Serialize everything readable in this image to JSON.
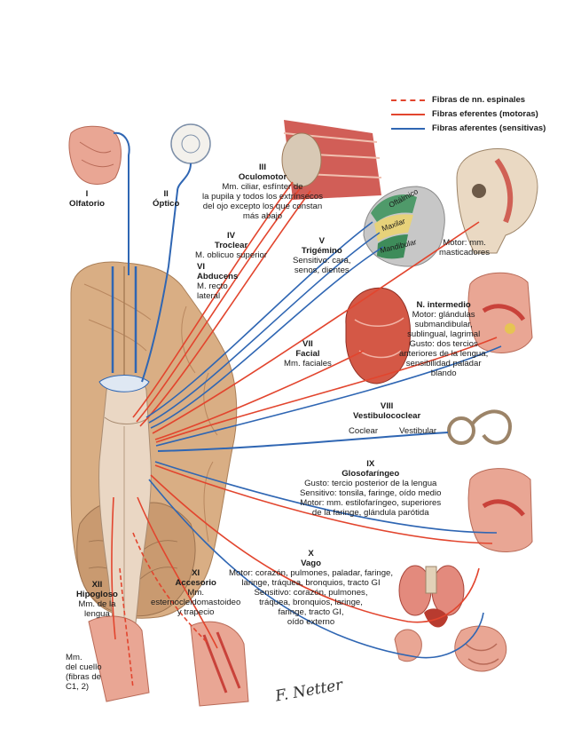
{
  "legend": [
    {
      "label": "Fibras de nn. espinales",
      "color": "#e2452e",
      "dashed": true
    },
    {
      "label": "Fibras eferentes (motoras)",
      "color": "#e2452e",
      "dashed": false
    },
    {
      "label": "Fibras aferentes (sensitivas)",
      "color": "#2f66b3",
      "dashed": false
    }
  ],
  "colors": {
    "efferent": "#e2452e",
    "afferent": "#2f66b3",
    "brain": "#d9ae84",
    "brainstem": "#ead7c4",
    "skin": "#e9a694",
    "muscle": "#c9423a"
  },
  "nerves": {
    "I": {
      "roman": "I",
      "name": "Olfatorio"
    },
    "II": {
      "roman": "II",
      "name": "Óptico"
    },
    "III": {
      "roman": "III",
      "name": "Oculomotor",
      "desc": [
        "Mm. ciliar, esfínter de",
        "la pupila y todos los extrínsecos",
        "del ojo excepto los que constan",
        "más abajo"
      ]
    },
    "IV": {
      "roman": "IV",
      "name": "Troclear",
      "desc": [
        "M. oblicuo superior"
      ]
    },
    "VI": {
      "roman": "VI",
      "name": "Abducens",
      "desc": [
        "M. recto",
        "lateral"
      ]
    },
    "V": {
      "roman": "V",
      "name": "Trigémino",
      "desc": [
        "Sensitivo: cara,",
        "senos, dientes"
      ],
      "branches": [
        "Oftálmico",
        "Maxilar",
        "Mandibular"
      ],
      "motor": [
        "Motor: mm.",
        "masticadores"
      ]
    },
    "NI": {
      "name": "N. intermedio",
      "desc": [
        "Motor: glándulas",
        "submandibular,",
        "sublingual, lagrimal",
        "Gusto: dos tercios",
        "anteriores de la lengua,",
        "sensibilidad paladar",
        "blando"
      ]
    },
    "VII": {
      "roman": "VII",
      "name": "Facial",
      "desc": [
        "Mm. faciales"
      ]
    },
    "VIII": {
      "roman": "VIII",
      "name": "Vestibulococlear",
      "coclear": "Coclear",
      "vestibular": "Vestibular"
    },
    "IX": {
      "roman": "IX",
      "name": "Glosofaríngeo",
      "desc": [
        "Gusto: tercio posterior de la lengua",
        "Sensitivo: tonsila, faringe, oído medio",
        "Motor: mm. estilofaríngeo, superiores",
        "de la faringe, glándula parótida"
      ]
    },
    "X": {
      "roman": "X",
      "name": "Vago",
      "desc": [
        "Motor: corazón, pulmones, paladar, faringe,",
        "laringe, tráquea, bronquios, tracto GI",
        "Sensitivo: corazón, pulmones,",
        "tráquea, bronquios, laringe,",
        "faringe, tracto GI,",
        "oído externo"
      ]
    },
    "XI": {
      "roman": "XI",
      "name": "Accesorio",
      "desc": [
        "Mm.",
        "esternocleidomastoideo",
        "y trapecio"
      ]
    },
    "XII": {
      "roman": "XII",
      "name": "Hipogloso",
      "desc": [
        "Mm. de la",
        "lengua"
      ]
    },
    "C12": {
      "desc": [
        "Mm.",
        "del cuello",
        "(fibras de",
        "C1, 2)"
      ]
    }
  },
  "signature": "F. Netter"
}
